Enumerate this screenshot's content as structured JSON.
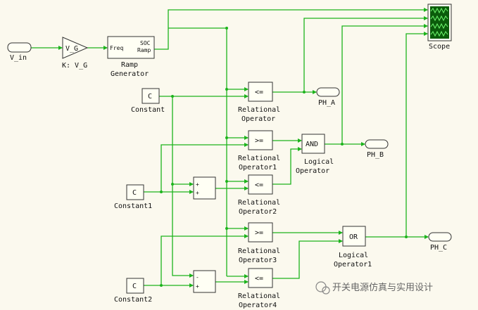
{
  "blocks": {
    "v_in": "V_in",
    "gain": "V_G",
    "gain_label": "K: V_G",
    "ramp_in": "Freq",
    "ramp_out1": "SOC",
    "ramp_out2": "Ramp",
    "ramp_label1": "Ramp",
    "ramp_label2": "Generator",
    "scope": "Scope",
    "const_symbol": "C",
    "constant": "Constant",
    "constant1": "Constant1",
    "constant2": "Constant2",
    "le_symbol": "<=",
    "ge_symbol": ">=",
    "rel_line1": "Relational",
    "rel_op": "Operator",
    "rel_op1": "Operator1",
    "rel_op2": "Operator2",
    "rel_op3": "Operator3",
    "rel_op4": "Operator4",
    "and": "AND",
    "or": "OR",
    "logical": "Logical",
    "logical_op": "Operator",
    "logical_op1": "Operator1",
    "ph_a": "PH_A",
    "ph_b": "PH_B",
    "ph_c": "PH_C",
    "sum_plus": "+",
    "sum_minus": "-"
  },
  "watermark": "开关电源仿真与实用设计",
  "colors": {
    "wire": "#1cb31c",
    "background": "#fbf9ee",
    "scope_screen": "#0b5c0b"
  }
}
